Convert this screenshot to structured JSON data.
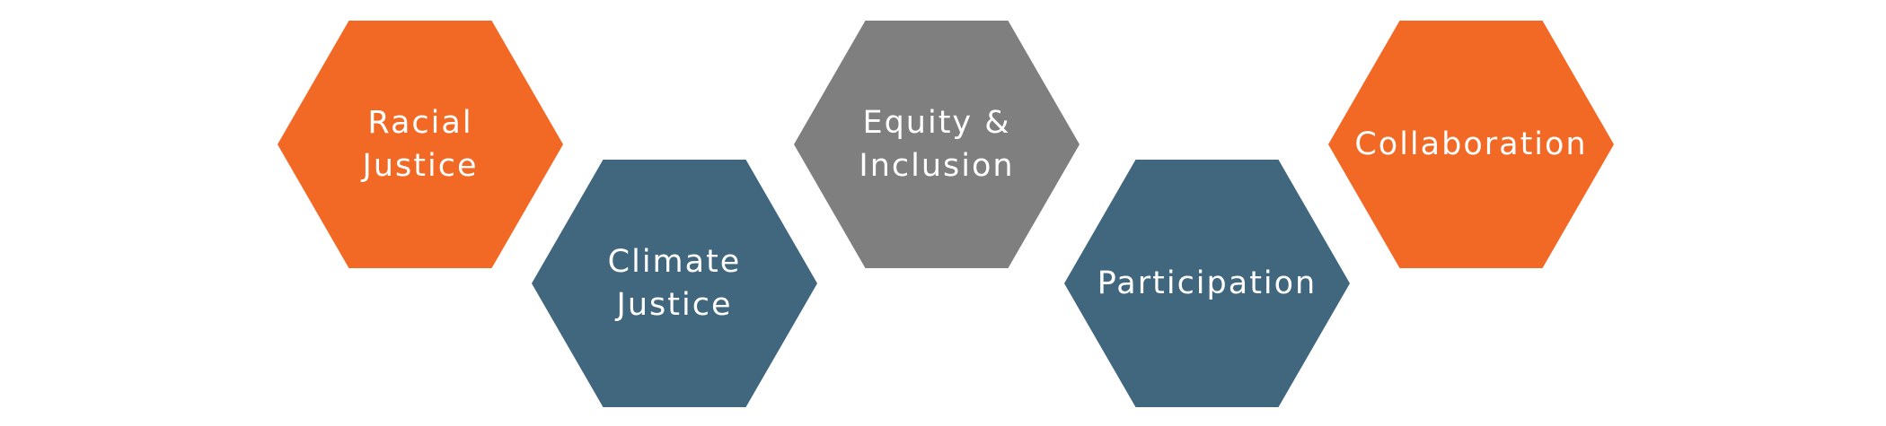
{
  "hexagons": [
    {
      "lines": [
        "Racial",
        "Justice"
      ],
      "color": "#F26925"
    },
    {
      "lines": [
        "Climate",
        "Justice"
      ],
      "color": "#41677F"
    },
    {
      "lines": [
        "Equity &",
        "Inclusion"
      ],
      "color": "#7F7F7F"
    },
    {
      "lines": [
        "Participation"
      ],
      "color": "#41677F"
    },
    {
      "lines": [
        "Collaboration"
      ],
      "color": "#F26925"
    }
  ]
}
